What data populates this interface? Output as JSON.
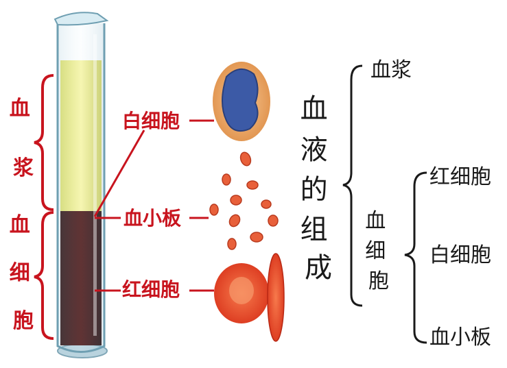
{
  "tube": {
    "plasma_label": "血浆",
    "cells_label": "血细胞",
    "plasma_color": "#f2f08a",
    "cells_color": "#3a0d0d"
  },
  "cell_labels": {
    "wbc": "白细胞",
    "platelet": "血小板",
    "rbc": "红细胞"
  },
  "tree": {
    "root": "血液的组成",
    "plasma": "血浆",
    "cells": "血细胞",
    "rbc": "红细胞",
    "wbc": "白细胞",
    "platelet": "血小板"
  },
  "colors": {
    "label_red": "#c8141e",
    "wbc_nucleus": "#3c5aa6",
    "rbc": "#e8401e"
  }
}
